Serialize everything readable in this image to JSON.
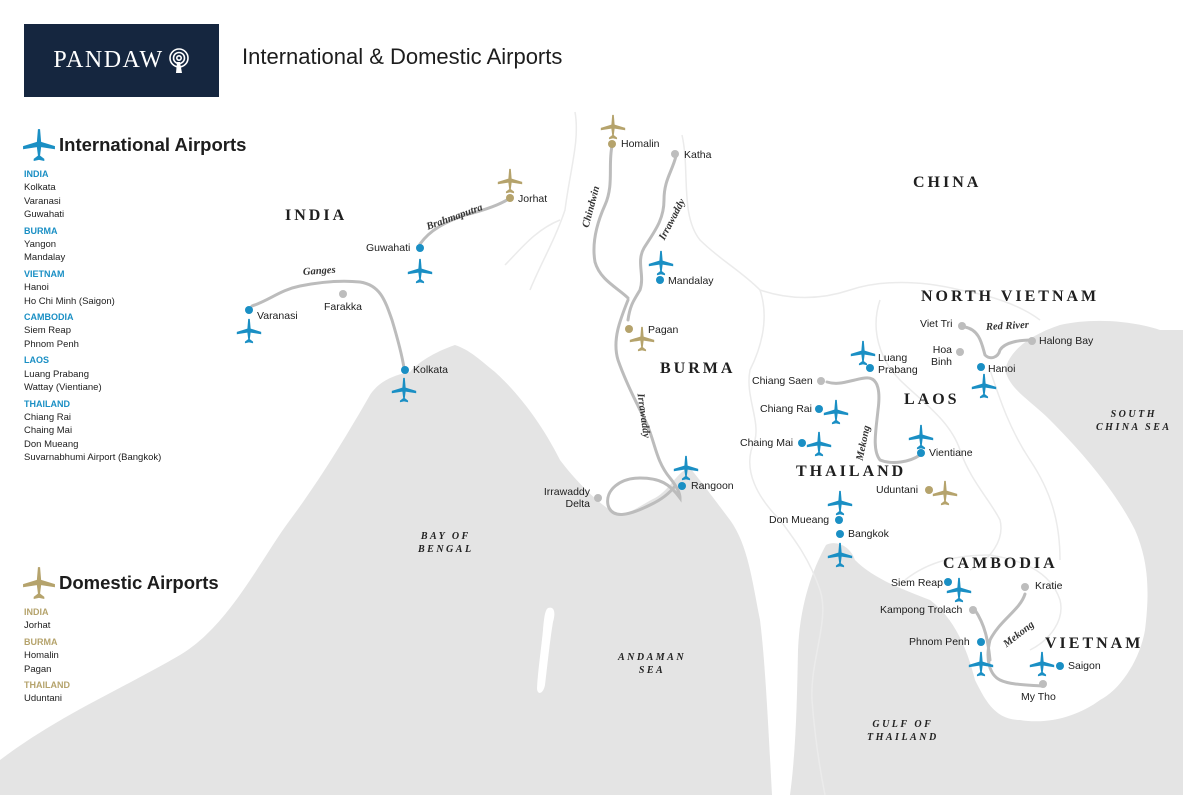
{
  "header": {
    "logo_text": "PANDAW",
    "title": "International & Domestic Airports"
  },
  "colors": {
    "international": "#1a8fc4",
    "domestic": "#b5a36c",
    "other_place": "#bdbdbd",
    "sea": "#e4e4e4",
    "land": "#ffffff",
    "river": "#bcbcbc",
    "logo_bg": "#15263f"
  },
  "legend": {
    "international": {
      "title": "International Airports",
      "icon": "plane-icon",
      "groups": [
        {
          "country": "INDIA",
          "airports": [
            "Kolkata",
            "Varanasi",
            "Guwahati"
          ]
        },
        {
          "country": "BURMA",
          "airports": [
            "Yangon",
            "Mandalay"
          ]
        },
        {
          "country": "VIETNAM",
          "airports": [
            "Hanoi",
            "Ho Chi Minh (Saigon)"
          ]
        },
        {
          "country": "CAMBODIA",
          "airports": [
            "Siem Reap",
            "Phnom Penh"
          ]
        },
        {
          "country": "LAOS",
          "airports": [
            "Luang Prabang",
            "Wattay (Vientiane)"
          ]
        },
        {
          "country": "THAILAND",
          "airports": [
            "Chiang Rai",
            "Chaing Mai",
            "Don Mueang",
            "Suvarnabhumi Airport (Bangkok)"
          ]
        }
      ]
    },
    "domestic": {
      "title": "Domestic Airports",
      "icon": "plane-icon",
      "groups": [
        {
          "country": "INDIA",
          "airports": [
            "Jorhat"
          ]
        },
        {
          "country": "BURMA",
          "airports": [
            "Homalin",
            "Pagan"
          ]
        },
        {
          "country": "THAILAND",
          "airports": [
            "Uduntani"
          ]
        }
      ]
    }
  },
  "map": {
    "countries": [
      {
        "name": "INDIA"
      },
      {
        "name": "CHINA"
      },
      {
        "name": "BURMA"
      },
      {
        "name": "NORTH VIETNAM"
      },
      {
        "name": "LAOS"
      },
      {
        "name": "THAILAND"
      },
      {
        "name": "CAMBODIA"
      },
      {
        "name": "VIETNAM"
      }
    ],
    "seas": [
      {
        "line1": "BAY OF",
        "line2": "BENGAL"
      },
      {
        "line1": "ANDAMAN",
        "line2": "SEA"
      },
      {
        "line1": "GULF OF",
        "line2": "THAILAND"
      },
      {
        "line1": "SOUTH",
        "line2": "CHINA SEA"
      }
    ],
    "rivers": [
      {
        "name": "Ganges"
      },
      {
        "name": "Brahmaputra"
      },
      {
        "name": "Chindwin"
      },
      {
        "name": "Irrawaddy"
      },
      {
        "name": "Irrawaddy"
      },
      {
        "name": "Mekong"
      },
      {
        "name": "Red River"
      },
      {
        "name": "Mekong"
      }
    ],
    "places": [
      {
        "name": "Varanasi",
        "type": "international"
      },
      {
        "name": "Farakka",
        "type": "other"
      },
      {
        "name": "Kolkata",
        "type": "international"
      },
      {
        "name": "Guwahati",
        "type": "international"
      },
      {
        "name": "Jorhat",
        "type": "domestic"
      },
      {
        "name": "Homalin",
        "type": "domestic"
      },
      {
        "name": "Katha",
        "type": "other"
      },
      {
        "name": "Mandalay",
        "type": "international"
      },
      {
        "name": "Pagan",
        "type": "domestic"
      },
      {
        "name": "Irrawaddy",
        "name2": "Delta",
        "type": "other"
      },
      {
        "name": "Rangoon",
        "type": "international"
      },
      {
        "name": "Chiang Saen",
        "type": "other"
      },
      {
        "name": "Chiang Rai",
        "type": "international"
      },
      {
        "name": "Chaing Mai",
        "type": "international"
      },
      {
        "name": "Luang",
        "name2": "Prabang",
        "type": "international"
      },
      {
        "name": "Vientiane",
        "type": "international"
      },
      {
        "name": "Uduntani",
        "type": "domestic"
      },
      {
        "name": "Don Mueang",
        "type": "international"
      },
      {
        "name": "Bangkok",
        "type": "international"
      },
      {
        "name": "Viet Tri",
        "type": "other"
      },
      {
        "name": "Hoa",
        "name2": "Binh",
        "type": "other"
      },
      {
        "name": "Hanoi",
        "type": "international"
      },
      {
        "name": "Halong Bay",
        "type": "other"
      },
      {
        "name": "Siem Reap",
        "type": "international"
      },
      {
        "name": "Kratie",
        "type": "other"
      },
      {
        "name": "Kampong Trolach",
        "type": "other"
      },
      {
        "name": "Phnom Penh",
        "type": "international"
      },
      {
        "name": "Saigon",
        "type": "international"
      },
      {
        "name": "My Tho",
        "type": "other"
      }
    ]
  }
}
